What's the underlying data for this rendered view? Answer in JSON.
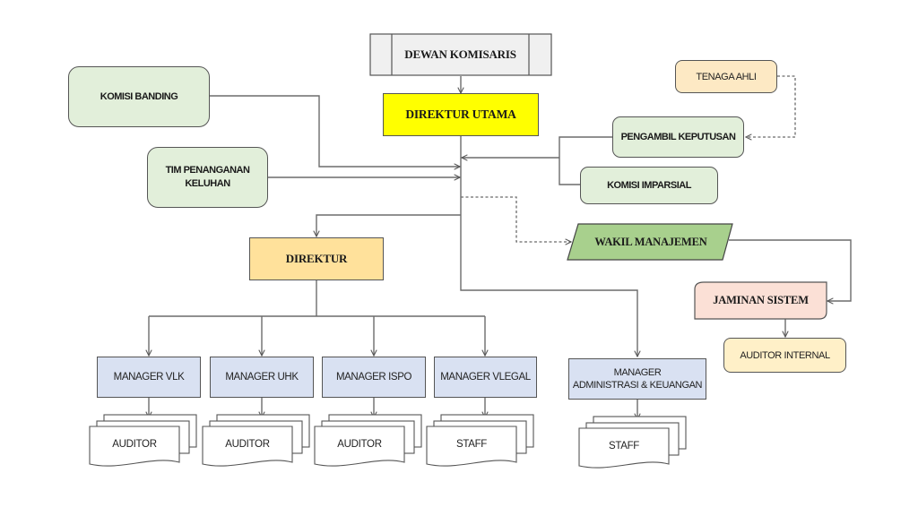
{
  "diagram": {
    "type": "organization-chart",
    "nodes": {
      "dewan_komisaris": "DEWAN KOMISARIS",
      "direktur_utama": "DIREKTUR UTAMA",
      "komisi_banding": "KOMISI BANDING",
      "tim_penanganan_keluhan": [
        "TIM PENANGANAN",
        "KELUHAN"
      ],
      "tenaga_ahli": "TENAGA AHLI",
      "pengambil_keputusan": "PENGAMBIL KEPUTUSAN",
      "komisi_imparsial": "KOMISI IMPARSIAL",
      "wakil_manajemen": "WAKIL MANAJEMEN",
      "direktur": "DIREKTUR",
      "jaminan_sistem": "JAMINAN SISTEM",
      "auditor_internal": "AUDITOR INTERNAL",
      "managers": [
        {
          "label": "MANAGER VLK",
          "staff": "AUDITOR"
        },
        {
          "label": "MANAGER UHK",
          "staff": "AUDITOR"
        },
        {
          "label": "MANAGER ISPO",
          "staff": "AUDITOR"
        },
        {
          "label": "MANAGER VLEGAL",
          "staff": "STAFF"
        }
      ],
      "manager_admin": {
        "label": [
          "MANAGER",
          "ADMINISTRASI & KEUANGAN"
        ],
        "staff": "STAFF"
      }
    },
    "colors": {
      "dewan_fill": "#f0f0f0",
      "direktur_utama_fill": "#ffff00",
      "direktur_fill": "#ffe19b",
      "green_fill": "#e2efda",
      "tenaga_fill": "#fde9c4",
      "wakil_fill": "#a8d08d",
      "jaminan_fill": "#fbe0d6",
      "auditor_internal_fill": "#fff0c8",
      "manager_fill": "#d9e1f2",
      "line": "#6b6b6b"
    }
  }
}
